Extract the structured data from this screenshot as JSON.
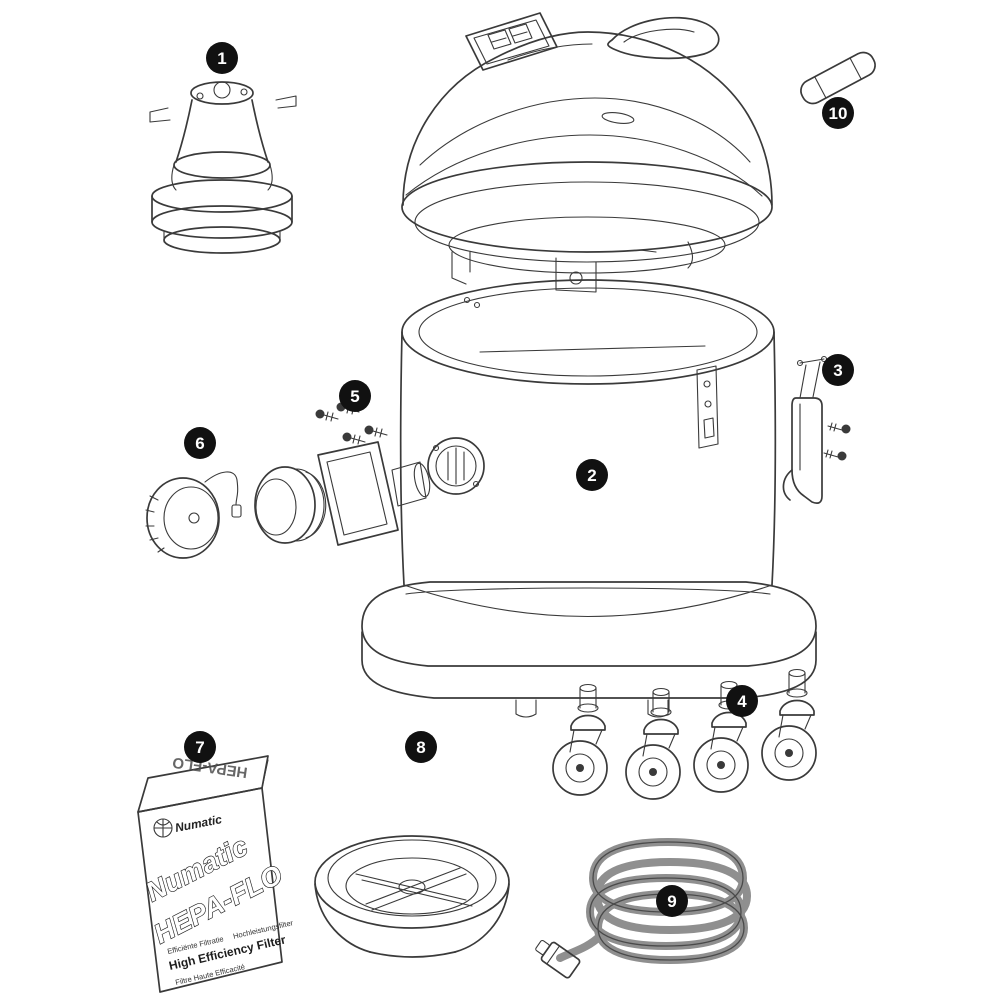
{
  "diagram": {
    "type": "exploded-parts-diagram",
    "line_color": "#3a3a3a",
    "cable_color": "#8f8f8f",
    "badge": {
      "bg": "#111111",
      "fg": "#ffffff"
    },
    "parts": [
      {
        "number": "1"
      },
      {
        "number": "2"
      },
      {
        "number": "3"
      },
      {
        "number": "4"
      },
      {
        "number": "5"
      },
      {
        "number": "6"
      },
      {
        "number": "7"
      },
      {
        "number": "8"
      },
      {
        "number": "9"
      },
      {
        "number": "10"
      }
    ],
    "filter_box": {
      "top_flap_text": "HEPA-FLO",
      "logo": "Numatic",
      "brand_large": "Numatic",
      "product_large": "HEPA-FLO",
      "subtext_nl": "Efficiënte Filtratie",
      "subtext_de": "Hochleistungsfilter",
      "subtext_en": "High Efficiency Filter",
      "subtext_fr": "Filtre Haute Efficacité"
    }
  }
}
